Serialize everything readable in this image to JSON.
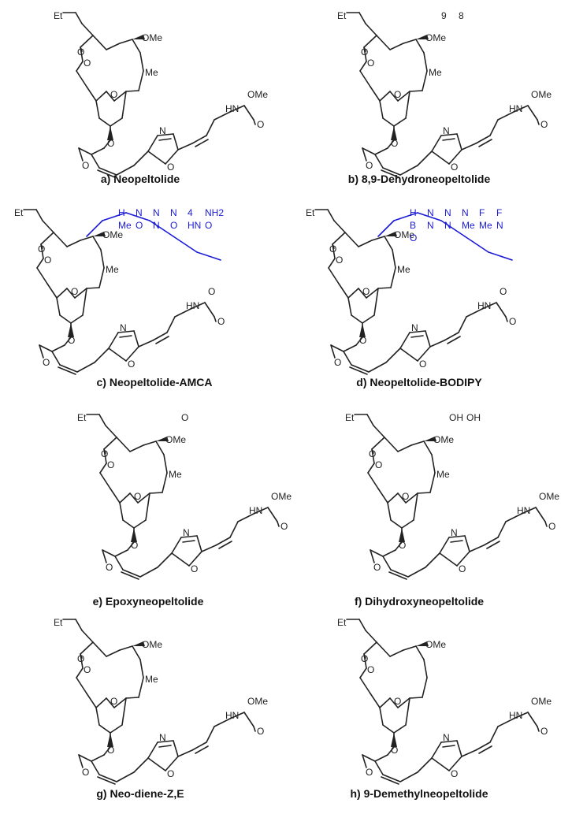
{
  "panels": [
    {
      "caption": "a) Neopeltolide",
      "labels": [
        "Et",
        "OMe",
        "Me",
        "O",
        "O",
        "O",
        "O",
        "O",
        "N",
        "O",
        "HN",
        "OMe",
        "O"
      ]
    },
    {
      "caption": "b) 8,9-Dehydroneopeltolide",
      "labels": [
        "Et",
        "OMe",
        "Me",
        "9",
        "8",
        "O",
        "O",
        "O",
        "O",
        "O",
        "N",
        "O",
        "HN",
        "OMe",
        "O"
      ]
    },
    {
      "caption": "c) Neopeltolide-AMCA",
      "labels": [
        "Et",
        "O",
        "H",
        "N",
        "N",
        "N",
        "N",
        "O",
        "4",
        "HN",
        "O",
        "O",
        "NH2",
        "Me",
        "Me",
        "O",
        "O",
        "O",
        "O",
        "O",
        "N",
        "O",
        "HN",
        "OMe",
        "O"
      ]
    },
    {
      "caption": "d) Neopeltolide-BODIPY",
      "labels": [
        "Et",
        "O",
        "H",
        "N",
        "N",
        "N",
        "N",
        "O",
        "F",
        "F",
        "B",
        "N",
        "N",
        "Me",
        "Me",
        "Me",
        "O",
        "O",
        "O",
        "O",
        "O",
        "N",
        "O",
        "HN",
        "OMe",
        "O"
      ]
    },
    {
      "caption": "e) Epoxyneopeltolide",
      "labels": [
        "Et",
        "OMe",
        "Me",
        "O",
        "O",
        "O",
        "O",
        "O",
        "O",
        "N",
        "O",
        "HN",
        "OMe",
        "O"
      ]
    },
    {
      "caption": "f) Dihydroxyneopeltolide",
      "labels": [
        "Et",
        "OMe",
        "Me",
        "OH",
        "OH",
        "O",
        "O",
        "O",
        "O",
        "O",
        "N",
        "O",
        "HN",
        "OMe",
        "O"
      ]
    },
    {
      "caption": "g) Neo-diene-Z,E",
      "labels": [
        "Et",
        "OMe",
        "Me",
        "O",
        "O",
        "O",
        "O",
        "O",
        "N",
        "O",
        "HN",
        "OMe",
        "O"
      ]
    },
    {
      "caption": "h) 9-Demethylneopeltolide",
      "labels": [
        "Et",
        "OMe",
        "O",
        "O",
        "O",
        "O",
        "O",
        "N",
        "O",
        "HN",
        "OMe",
        "O"
      ]
    }
  ],
  "colors": {
    "bond": "#222222",
    "probe": "#1a1ad6",
    "caption": "#111111"
  }
}
